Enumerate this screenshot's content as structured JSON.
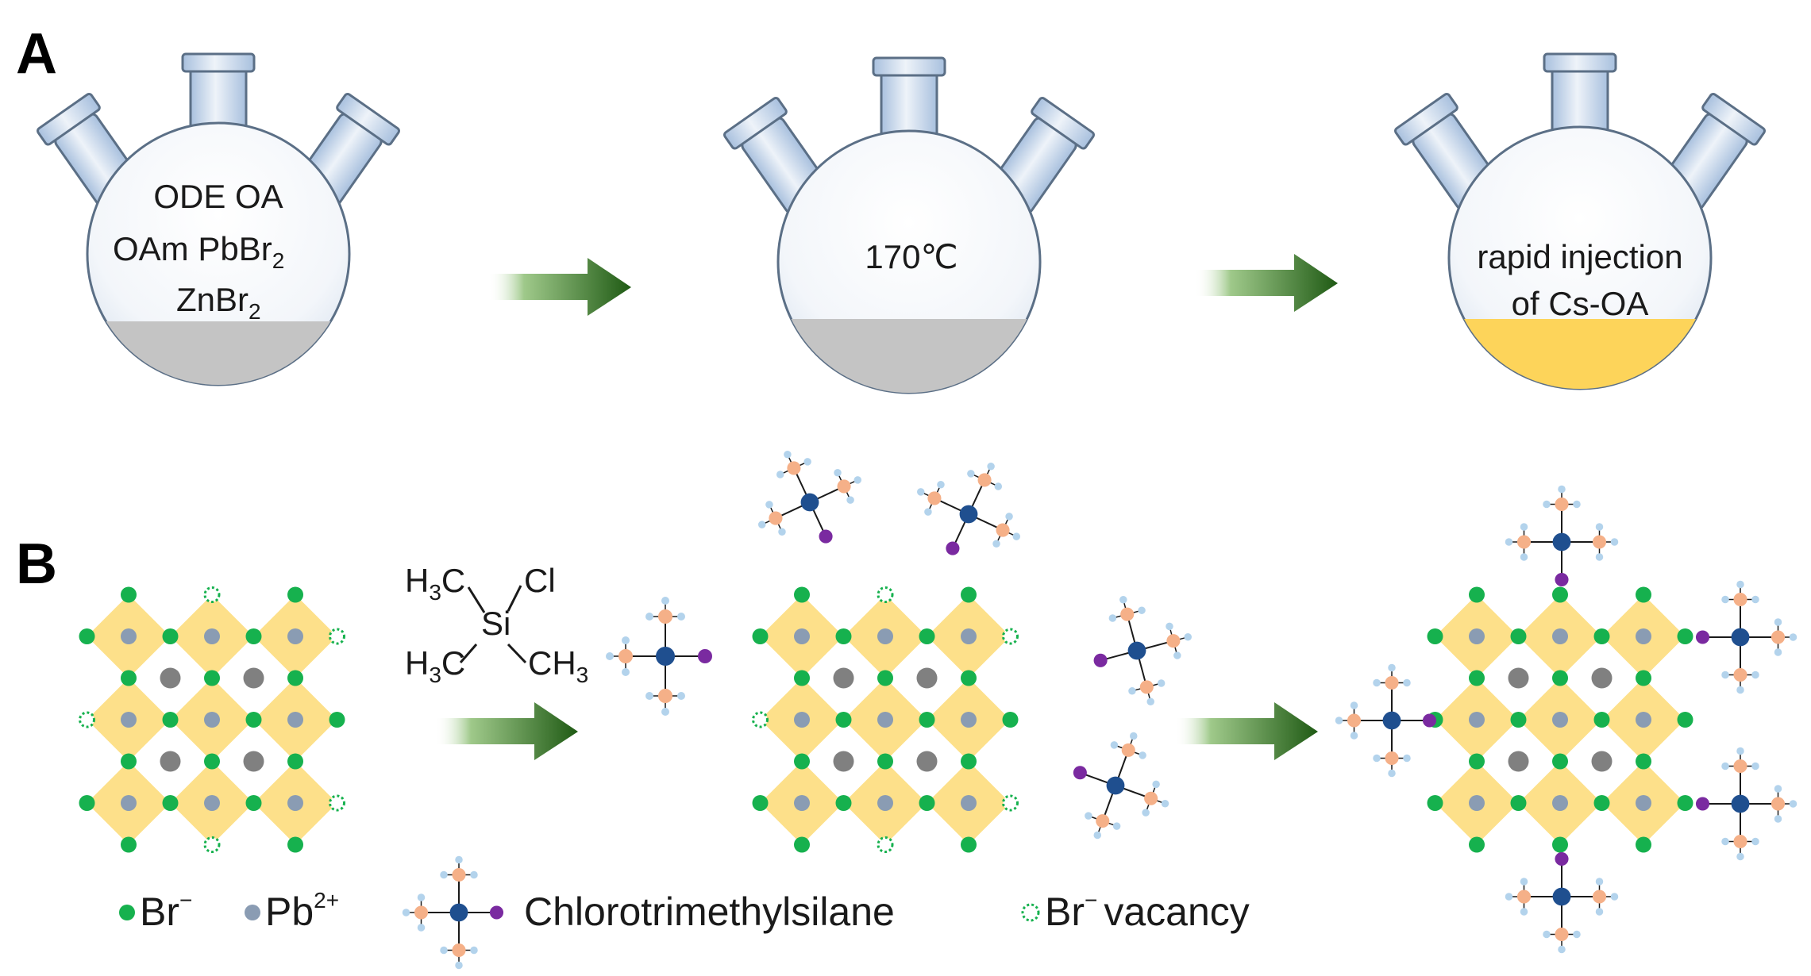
{
  "panel_a": {
    "label": "A",
    "flask1_lines": [
      "ODE OA",
      "OAm PbBr",
      "ZnBr"
    ],
    "flask1_subscripts": [
      "2",
      "2"
    ],
    "flask2_text": "170℃",
    "flask3_lines": [
      "rapid injection",
      "of Cs-OA"
    ]
  },
  "panel_b": {
    "label": "B",
    "reagent": {
      "h3c_top": "H",
      "h3c_top_sub": "3",
      "h3c_top_c": "C",
      "cl": "Cl",
      "si": "Si",
      "h3c_bot": "H",
      "h3c_bot_sub": "3",
      "h3c_bot_c": "C",
      "ch3": "CH",
      "ch3_sub": "3"
    }
  },
  "legend": {
    "br": "Br",
    "br_sup": "−",
    "pb": "Pb",
    "pb_sup": "2+",
    "silane": "Chlorotrimethylsilane",
    "vacancy_br": "Br",
    "vacancy_sup": "−",
    "vacancy": "vacancy"
  },
  "colors": {
    "octahedron": "#fde08a",
    "br_green": "#16b14e",
    "pb_blue_grey": "#8a9cb3",
    "cs_grey": "#808080",
    "si_blue": "#1f4f8f",
    "carbon_orange": "#f5b088",
    "hydrogen_blue": "#b3d3ec",
    "cl_purple": "#7a2aa0",
    "arrow_green": "#2e6b1e",
    "flask_solid_grey": "#c4c4c4",
    "flask_solid_yellow": "#fdd45a"
  }
}
